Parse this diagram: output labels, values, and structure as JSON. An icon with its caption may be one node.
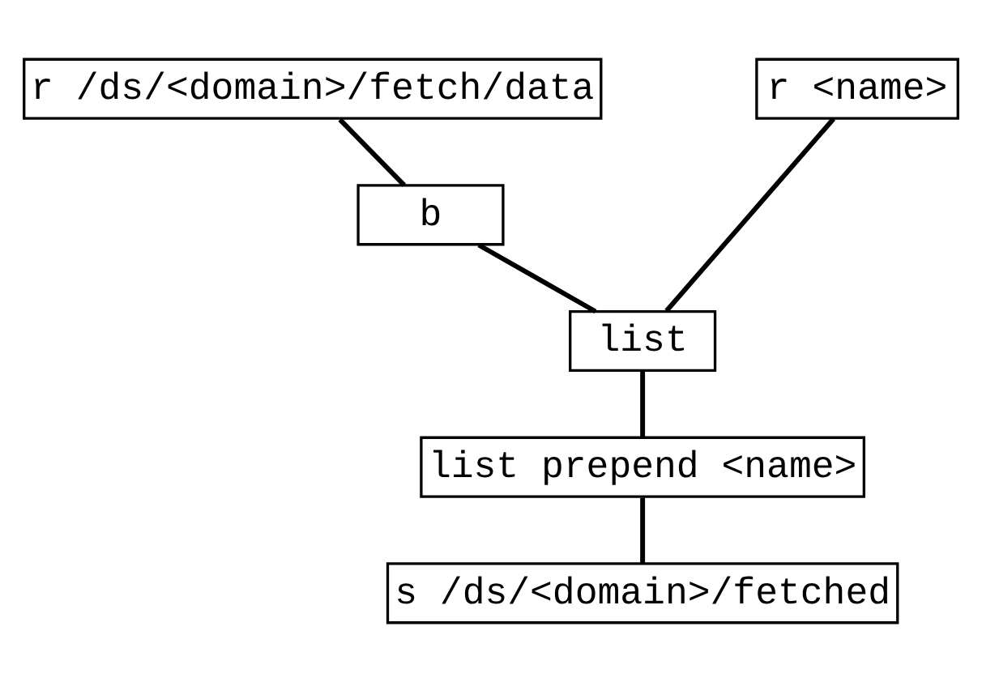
{
  "diagram": {
    "nodes": [
      {
        "text": [
          "r /ds/<domain>/fetch/data"
        ]
      },
      {
        "text": [
          "r <name>"
        ]
      },
      {
        "text": [
          "b"
        ]
      },
      {
        "text": [
          "list"
        ]
      },
      {
        "text": [
          "list prepend <name>"
        ]
      },
      {
        "text": [
          "s /ds/<domain>/fetched"
        ]
      }
    ],
    "edges": [
      {
        "from": 0,
        "to": 2,
        "arrow": "none"
      },
      {
        "from": 2,
        "to": 3,
        "arrow": "none"
      },
      {
        "from": 1,
        "to": 3,
        "arrow": "none"
      },
      {
        "from": 3,
        "to": 4,
        "arrow": "none"
      },
      {
        "from": 4,
        "to": 5,
        "arrow": "none"
      }
    ]
  }
}
